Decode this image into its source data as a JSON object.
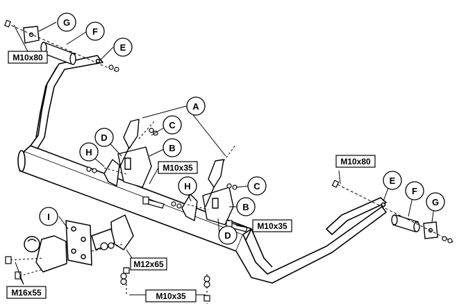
{
  "part_labels": {
    "a": "A",
    "b_left": "B",
    "b_right": "B",
    "c_left": "C",
    "c_right": "C",
    "d_left": "D",
    "d_right": "D",
    "e_left": "E",
    "e_right": "E",
    "f_left": "F",
    "f_right": "F",
    "g_left": "G",
    "g_right": "G",
    "h_left": "H",
    "h_right": "H",
    "i": "I"
  },
  "bolt_callouts": {
    "top_left_m10x80": "M10x80",
    "right_m10x80": "M10x80",
    "center_m10x35": "M10x35",
    "right_m10x35": "M10x35",
    "bottom_m10x35": "M10x35",
    "ball_m12x65": "M12x65",
    "ball_m16x55": "M16x55"
  },
  "colors": {
    "ink": "#000000",
    "paper": "#ffffff"
  }
}
